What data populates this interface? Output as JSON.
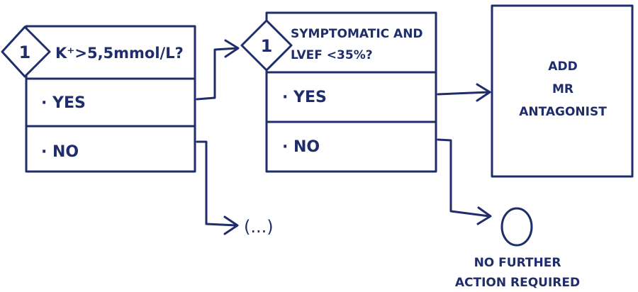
{
  "decision_1": {
    "step": "1",
    "question": "K⁺>5,5mmol/L?",
    "options": [
      "· YES",
      "· NO"
    ]
  },
  "decision_2": {
    "step": "1",
    "question_lines": [
      "SYMPTOMATIC AND",
      "LVEF <35%?"
    ],
    "options": [
      "· YES",
      "· NO"
    ]
  },
  "action": {
    "lines": [
      "ADD",
      "MR",
      "ANTAGONIST"
    ]
  },
  "continuation": "(...)",
  "end": {
    "lines": [
      "NO FURTHER",
      "ACTION REQUIRED"
    ]
  },
  "colors": {
    "ink": "#1f2d6b",
    "background": "#ffffff"
  }
}
